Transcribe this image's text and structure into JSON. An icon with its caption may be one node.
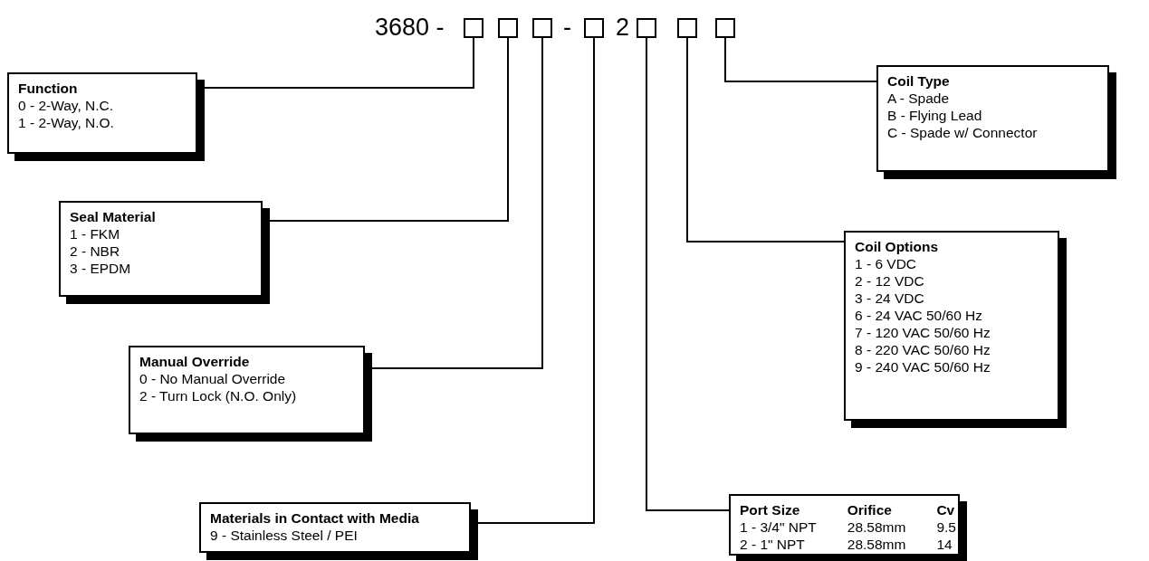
{
  "diagram": {
    "nodes": [
      {
        "text": [],
        "shape": "box"
      },
      {
        "text": [],
        "shape": "box"
      },
      {
        "text": [],
        "shape": "box"
      },
      {
        "text": [],
        "shape": "box"
      },
      {
        "text": [],
        "shape": "box"
      },
      {
        "text": [],
        "shape": "box"
      },
      {
        "text": [],
        "shape": "box"
      },
      {
        "text": [
          "Function",
          "0 - 2-Way, N.C.",
          "1 - 2-Way, N.O."
        ]
      },
      {
        "text": [
          "Seal Material",
          "1 - FKM",
          "2 - NBR",
          "3 - EPDM"
        ]
      },
      {
        "text": [
          "Manual Override",
          "0 - No Manual Override",
          "2 - Turn Lock (N.O. Only)"
        ]
      },
      {
        "text": [
          "Materials in Contact with Media",
          "9 - Stainless Steel / PEI"
        ]
      },
      {
        "text": [
          "Port Size",
          "Orifice",
          "Cv",
          "1 - 3/4\" NPT",
          "28.58mm",
          "9.5",
          "2 - 1\" NPT",
          "28.58mm",
          "14"
        ]
      },
      {
        "text": [
          "Coil Options",
          "1 - 6 VDC",
          "2 - 12 VDC",
          "3 - 24 VDC",
          "6 - 24 VAC 50/60 Hz",
          "7 - 120 VAC 50/60 Hz",
          "8 - 220 VAC 50/60 Hz",
          "9 - 240 VAC 50/60 Hz"
        ]
      },
      {
        "text": [
          "Coil Type",
          "A - Spade",
          "B - Flying Lead",
          "C - Spade w/ Connector"
        ]
      }
    ],
    "edges": [
      {
        "from": 0,
        "to": 7,
        "arrow": "none"
      },
      {
        "from": 1,
        "to": 8,
        "arrow": "none"
      },
      {
        "from": 2,
        "to": 9,
        "arrow": "none"
      },
      {
        "from": 3,
        "to": 10,
        "arrow": "none"
      },
      {
        "from": 4,
        "to": 11,
        "arrow": "none"
      },
      {
        "from": 5,
        "to": 12,
        "arrow": "none"
      },
      {
        "from": 6,
        "to": 13,
        "arrow": "none"
      }
    ],
    "labels": [
      "3680 -",
      "-",
      "2"
    ]
  }
}
